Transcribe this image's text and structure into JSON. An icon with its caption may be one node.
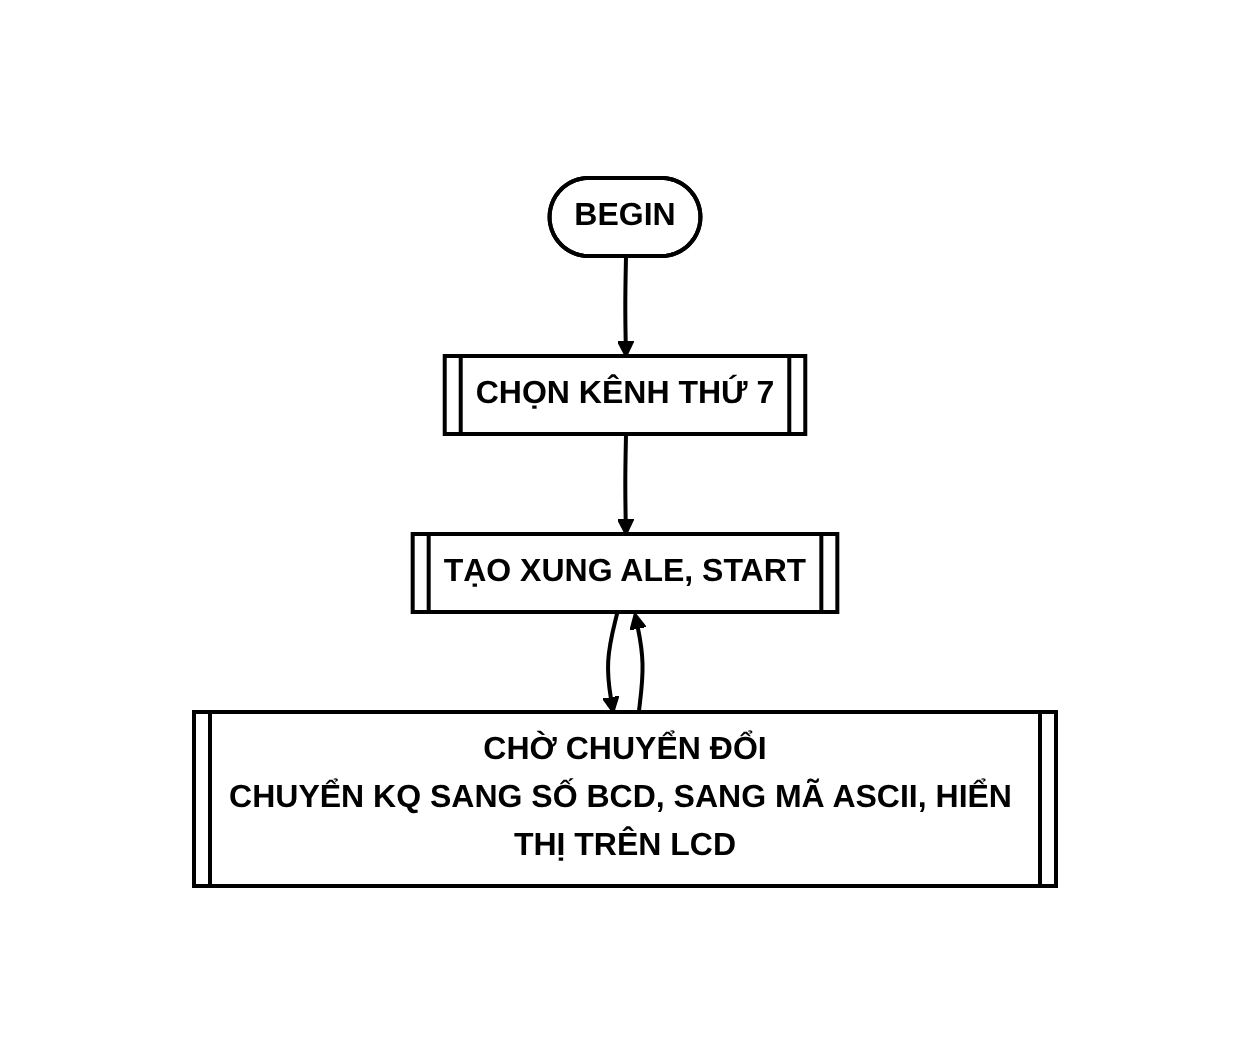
{
  "diagram": {
    "nodes": [
      {
        "text": [
          "BEGIN"
        ]
      },
      {
        "text": [
          "CHỌN KÊNH THỨ 7"
        ]
      },
      {
        "text": [
          "TẠO XUNG ALE, START"
        ]
      },
      {
        "text": [
          "CHỜ CHUYỂN ĐỔI",
          "CHUYỂN KQ SANG SỐ BCD, SANG MÃ ASCII, HIỂN THỊ TRÊN LCD"
        ]
      }
    ],
    "edges": [
      {
        "from": 0,
        "to": 1,
        "arrow": "to"
      },
      {
        "from": 1,
        "to": 2,
        "arrow": "to"
      },
      {
        "from": 2,
        "to": 3,
        "arrow": "to"
      },
      {
        "from": 3,
        "to": 2,
        "arrow": "to"
      }
    ]
  }
}
